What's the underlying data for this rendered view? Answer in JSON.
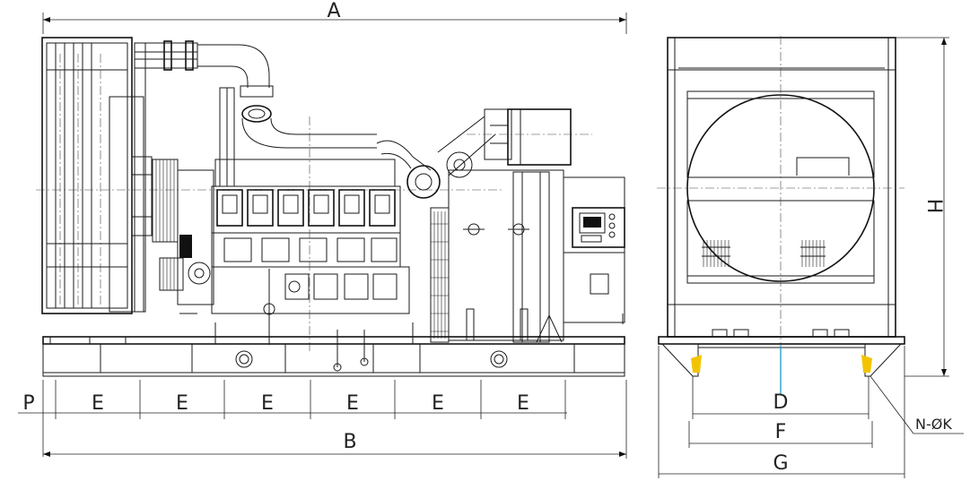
{
  "dimension_labels": {
    "A": "A",
    "B": "B",
    "P": "P",
    "E": "E",
    "D": "D",
    "F": "F",
    "G": "G",
    "H": "H",
    "NK": "N-ØK"
  },
  "colors": {
    "line": "#1a1a1a",
    "accent": "#2aa0c8",
    "background": "#ffffff"
  },
  "icons": [
    "radiator",
    "engine",
    "turbocharger",
    "alternator",
    "control-panel",
    "lifting-eye"
  ]
}
